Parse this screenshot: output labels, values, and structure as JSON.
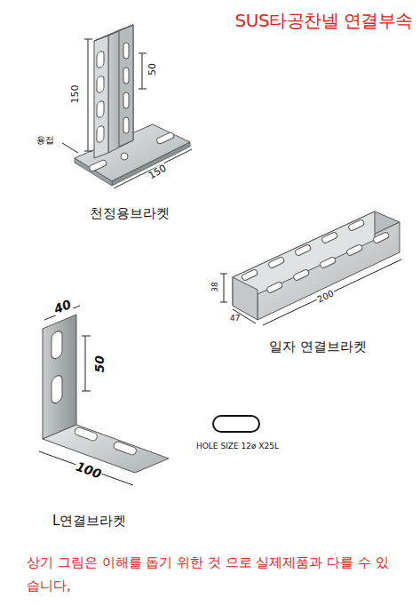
{
  "diagram": {
    "title": "SUS타공찬넬 연결부속",
    "caption": "상기 그림은 이해를 돕기 위한 것 으로 실제제품과 다를 수 있습니다,",
    "labels": [
      "150",
      "50",
      "용접",
      "150",
      "천정용브라켓",
      "38",
      "200",
      "47",
      "일자 연결브라켓",
      "40",
      "50",
      "100",
      "L연결브라켓",
      "HOLE SIZE 12ø X25L"
    ]
  }
}
